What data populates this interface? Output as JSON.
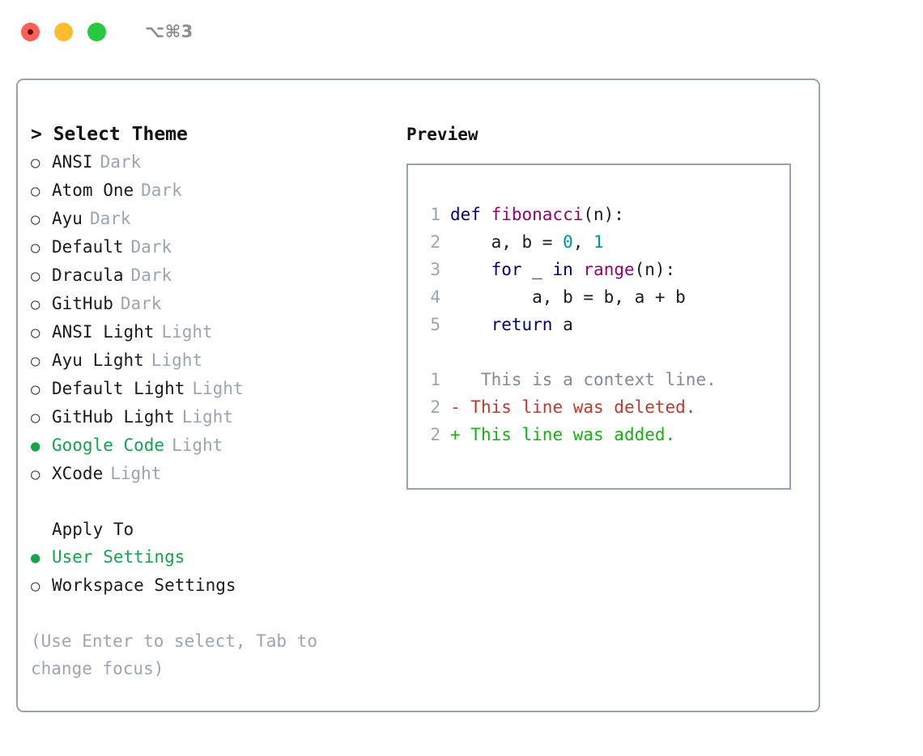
{
  "titlebar": {
    "shortcut": "⌥⌘3",
    "buttons": [
      {
        "name": "close",
        "color": "#FF5F57"
      },
      {
        "name": "minimize",
        "color": "#FFBD2E"
      },
      {
        "name": "zoom",
        "color": "#28C840"
      }
    ]
  },
  "theme_panel": {
    "heading": "> Select Theme",
    "bullet_selected": "●",
    "bullet_unselected": "○",
    "items": [
      {
        "label": "ANSI",
        "badge": "Dark",
        "selected": false
      },
      {
        "label": "Atom One",
        "badge": "Dark",
        "selected": false
      },
      {
        "label": "Ayu",
        "badge": "Dark",
        "selected": false
      },
      {
        "label": "Default",
        "badge": "Dark",
        "selected": false
      },
      {
        "label": "Dracula",
        "badge": "Dark",
        "selected": false
      },
      {
        "label": "GitHub",
        "badge": "Dark",
        "selected": false
      },
      {
        "label": "ANSI Light",
        "badge": "Light",
        "selected": false
      },
      {
        "label": "Ayu Light",
        "badge": "Light",
        "selected": false
      },
      {
        "label": "Default Light",
        "badge": "Light",
        "selected": false
      },
      {
        "label": "GitHub Light",
        "badge": "Light",
        "selected": false
      },
      {
        "label": "Google Code",
        "badge": "Light",
        "selected": true
      },
      {
        "label": "XCode",
        "badge": "Light",
        "selected": false
      }
    ]
  },
  "apply_to": {
    "heading": "Apply To",
    "items": [
      {
        "label": "User Settings",
        "selected": true
      },
      {
        "label": "Workspace Settings",
        "selected": false
      }
    ]
  },
  "hint": "(Use Enter to select, Tab to change focus)",
  "preview": {
    "heading": "Preview",
    "code_lines": [
      {
        "num": "1",
        "tokens": [
          {
            "t": "def ",
            "c": "kw"
          },
          {
            "t": "fibonacci",
            "c": "fn"
          },
          {
            "t": "(n):",
            "c": "txt"
          }
        ]
      },
      {
        "num": "2",
        "tokens": [
          {
            "t": "    a, b = ",
            "c": "txt"
          },
          {
            "t": "0",
            "c": "num"
          },
          {
            "t": ", ",
            "c": "txt"
          },
          {
            "t": "1",
            "c": "num"
          }
        ]
      },
      {
        "num": "3",
        "tokens": [
          {
            "t": "    ",
            "c": "txt"
          },
          {
            "t": "for",
            "c": "kw"
          },
          {
            "t": " _ ",
            "c": "txt"
          },
          {
            "t": "in",
            "c": "kw"
          },
          {
            "t": " ",
            "c": "txt"
          },
          {
            "t": "range",
            "c": "fn"
          },
          {
            "t": "(n):",
            "c": "txt"
          }
        ]
      },
      {
        "num": "4",
        "tokens": [
          {
            "t": "        a, b = b, a + b",
            "c": "txt"
          }
        ]
      },
      {
        "num": "5",
        "tokens": [
          {
            "t": "    ",
            "c": "txt"
          },
          {
            "t": "return",
            "c": "kw"
          },
          {
            "t": " a",
            "c": "txt"
          }
        ]
      }
    ],
    "diff_lines": [
      {
        "num": "1",
        "marker": " ",
        "text": "  This is a context line.",
        "kind": "ctx"
      },
      {
        "num": "2",
        "marker": "-",
        "text": " This line was deleted.",
        "kind": "del"
      },
      {
        "num": "2",
        "marker": "+",
        "text": " This line was added.",
        "kind": "add"
      }
    ]
  },
  "colors": {
    "accent_green": "#16a34a",
    "border": "#97a3b2",
    "muted": "#9aa5b4",
    "keyword": "#000080",
    "function": "#990073",
    "number": "#009999",
    "diff_add": "#13b313",
    "diff_del": "#c0392b",
    "diff_ctx": "#808b99"
  }
}
